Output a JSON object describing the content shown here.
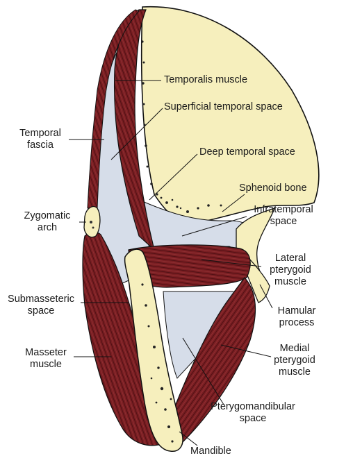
{
  "labels": {
    "temporalis_muscle": "Temporalis muscle",
    "superficial_temporal_space": "Superficial temporal space",
    "temporal_fascia": "Temporal\nfascia",
    "deep_temporal_space": "Deep temporal space",
    "sphenoid_bone": "Sphenoid bone",
    "infratemporal_space": "Infratemporal\nspace",
    "zygomatic_arch": "Zygomatic\narch",
    "lateral_pterygoid_muscle": "Lateral\npterygoid\nmuscle",
    "submasseteric_space": "Submasseteric\nspace",
    "hamular_process": "Hamular\nprocess",
    "masseter_muscle": "Masseter\nmuscle",
    "medial_pterygoid_muscle": "Medial\npterygoid\nmuscle",
    "pterygomandibular_space": "Pterygomandibular\nspace",
    "mandible": "Mandible"
  },
  "colors": {
    "bone": "#f6efbd",
    "space": "#d6dde9",
    "muscle": "#7a1e22",
    "muscle_dark": "#5a1216",
    "outline": "#111111"
  }
}
